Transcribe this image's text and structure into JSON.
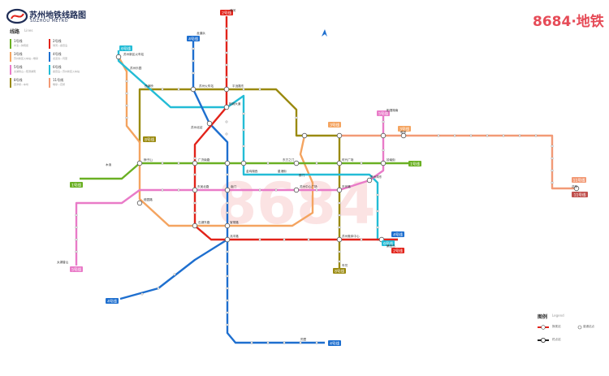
{
  "header": {
    "title_cn": "苏州地铁线路图",
    "title_en": "SUZHOU METRO",
    "brand": "8684·地铁"
  },
  "legend": {
    "title": "线路",
    "title_en": "Lines",
    "lines": [
      {
        "name": "1号线",
        "desc": "木渎—钟南街",
        "color": "#6ab023"
      },
      {
        "name": "2号线",
        "desc": "骑河—桑田岛",
        "color": "#e2231a"
      },
      {
        "name": "3号线",
        "desc": "苏州新区火车站—唯亭",
        "color": "#f4a460"
      },
      {
        "name": "4号线",
        "desc": "龙道浜—同里",
        "color": "#1e6fcf"
      },
      {
        "name": "5号线",
        "desc": "太湖香山—阳澄湖南",
        "color": "#e97bc8"
      },
      {
        "name": "6号线",
        "desc": "桑田岛—苏州新区火车站",
        "color": "#23bcd6"
      },
      {
        "name": "8号线",
        "desc": "西津桥—车坊",
        "color": "#9a8a10"
      },
      {
        "name": "11号线",
        "desc": "唯亭—花桥",
        "color": "#f29a76"
      }
    ]
  },
  "map_legend": {
    "title": "图例",
    "title_en": "Legend",
    "items": [
      "换乘站",
      "普通站点",
      "终点站"
    ]
  },
  "colors": {
    "line1": "#6ab023",
    "line2": "#e2231a",
    "line3": "#f4a460",
    "line4": "#1e6fcf",
    "line5": "#e97bc8",
    "line6": "#23bcd6",
    "line8": "#9a8a10",
    "line11": "#f29a76"
  },
  "map": {
    "badges": [
      {
        "text": "2号线",
        "color": "#e2231a"
      },
      {
        "text": "4号线",
        "color": "#1e6fcf"
      },
      {
        "text": "6号线",
        "color": "#23bcd6"
      },
      {
        "text": "8号线",
        "color": "#9a8a10"
      },
      {
        "text": "1号线",
        "color": "#6ab023"
      },
      {
        "text": "1号线",
        "color": "#6ab023"
      },
      {
        "text": "5号线",
        "color": "#e97bc8"
      },
      {
        "text": "5号线",
        "color": "#e97bc8"
      },
      {
        "text": "3号线",
        "color": "#f4a460"
      },
      {
        "text": "3号线",
        "color": "#f4a460"
      },
      {
        "text": "8号线",
        "color": "#9a8a10"
      },
      {
        "text": "4号线",
        "color": "#1e6fcf"
      },
      {
        "text": "4号线",
        "color": "#1e6fcf"
      },
      {
        "text": "4号线",
        "color": "#1e6fcf"
      },
      {
        "text": "2号线",
        "color": "#e2231a"
      },
      {
        "text": "6号线",
        "color": "#23bcd6"
      },
      {
        "text": "11号线",
        "color": "#f29a76"
      },
      {
        "text": "11号线",
        "color": "#f29a76"
      }
    ],
    "stations": [
      "苏州新区火车站",
      "苏州北站",
      "苏州火车站",
      "平泷路东",
      "南门",
      "狮子山",
      "塔园路",
      "广济南路",
      "东方之门",
      "钟南街",
      "唯亭",
      "花桥",
      "木渎",
      "苏州湾东",
      "桑田岛",
      "同里",
      "龙道浜",
      "太湖香山",
      "阳澄湖南",
      "时代广场",
      "金鸡湖西",
      "星港街",
      "东环路",
      "石湖东路",
      "骑河",
      "西津桥",
      "车坊",
      "相城大道",
      "苏州乐园",
      "苏州中心广场",
      "东吴北路",
      "宝带路",
      "兆丰路",
      "苏州奥体中心",
      "葑门"
    ]
  }
}
